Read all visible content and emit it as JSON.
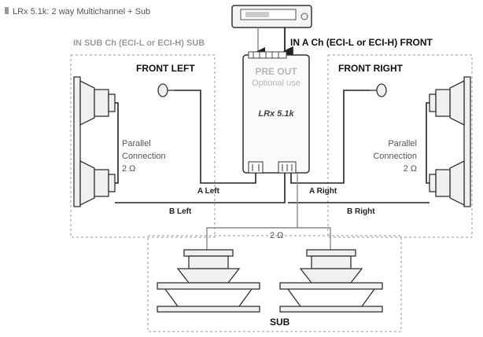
{
  "header": {
    "caption": "LRx 5.1k: 2 way Multichannel + Sub"
  },
  "labels": {
    "in_sub": "IN SUB Ch (ECI-L or ECI-H) SUB",
    "in_front": "IN A Ch (ECI-L or ECI-H) FRONT",
    "front_left": "FRONT LEFT",
    "front_right": "FRONT RIGHT",
    "pre_out": "PRE OUT",
    "optional_use": "Optional use",
    "logo": "LRx 5.1k",
    "parallel": "Parallel",
    "connection": "Connection",
    "ohm_left": "2 Ω",
    "ohm_right": "2 Ω",
    "ohm_sub": "2 Ω",
    "a_left": "A Left",
    "a_right": "A Right",
    "b_left": "B Left",
    "b_right": "B Right",
    "sub": "SUB"
  },
  "colors": {
    "line": "#222222",
    "gray_line": "#8a8a8a",
    "dashed": "#9a9a9a",
    "caption_bullet": "#999999"
  }
}
